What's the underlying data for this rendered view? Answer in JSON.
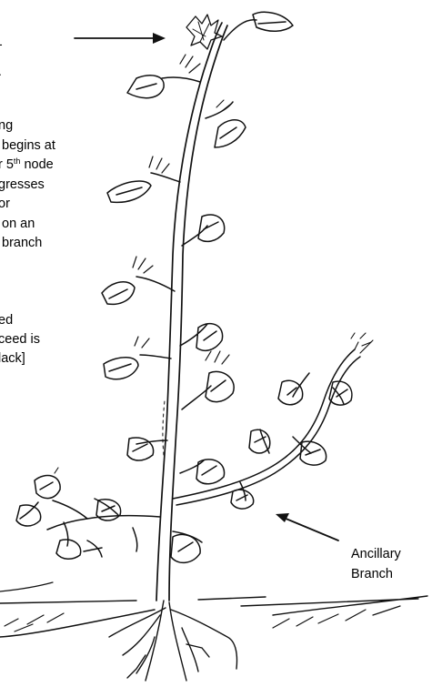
{
  "top_left_text": [
    "-",
    "."
  ],
  "description_lines": [
    "ng",
    " begins at",
    "r 5",
    "gresses",
    "or",
    " on an",
    " branch"
  ],
  "fifth_node_sup": "th",
  "fifth_node_tail": " node",
  "description_tail": [
    "ed",
    "ceed is",
    "lack]"
  ],
  "ancillary_label": [
    "Ancillary",
    "Branch"
  ]
}
